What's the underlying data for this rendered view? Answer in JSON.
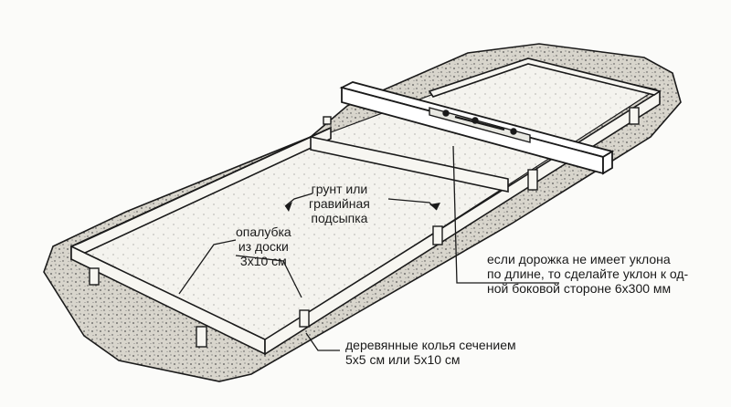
{
  "labels": {
    "soil": [
      "грунт или",
      "гравийная",
      "подсыпка"
    ],
    "formwork": [
      "опалубка",
      "из доски",
      "3x10 см"
    ],
    "slope": [
      "если дорожка не имеет уклона",
      "по длине, то сделайте уклон к од-",
      "ной боковой стороне 6x300 мм"
    ],
    "stakes": [
      "деревянные колья сечением",
      "5x5 см или 5x10 см"
    ]
  },
  "colors": {
    "ink": "#1a1a1a",
    "paper": "#fbfbf9",
    "gravel": "#c9c6bc"
  }
}
